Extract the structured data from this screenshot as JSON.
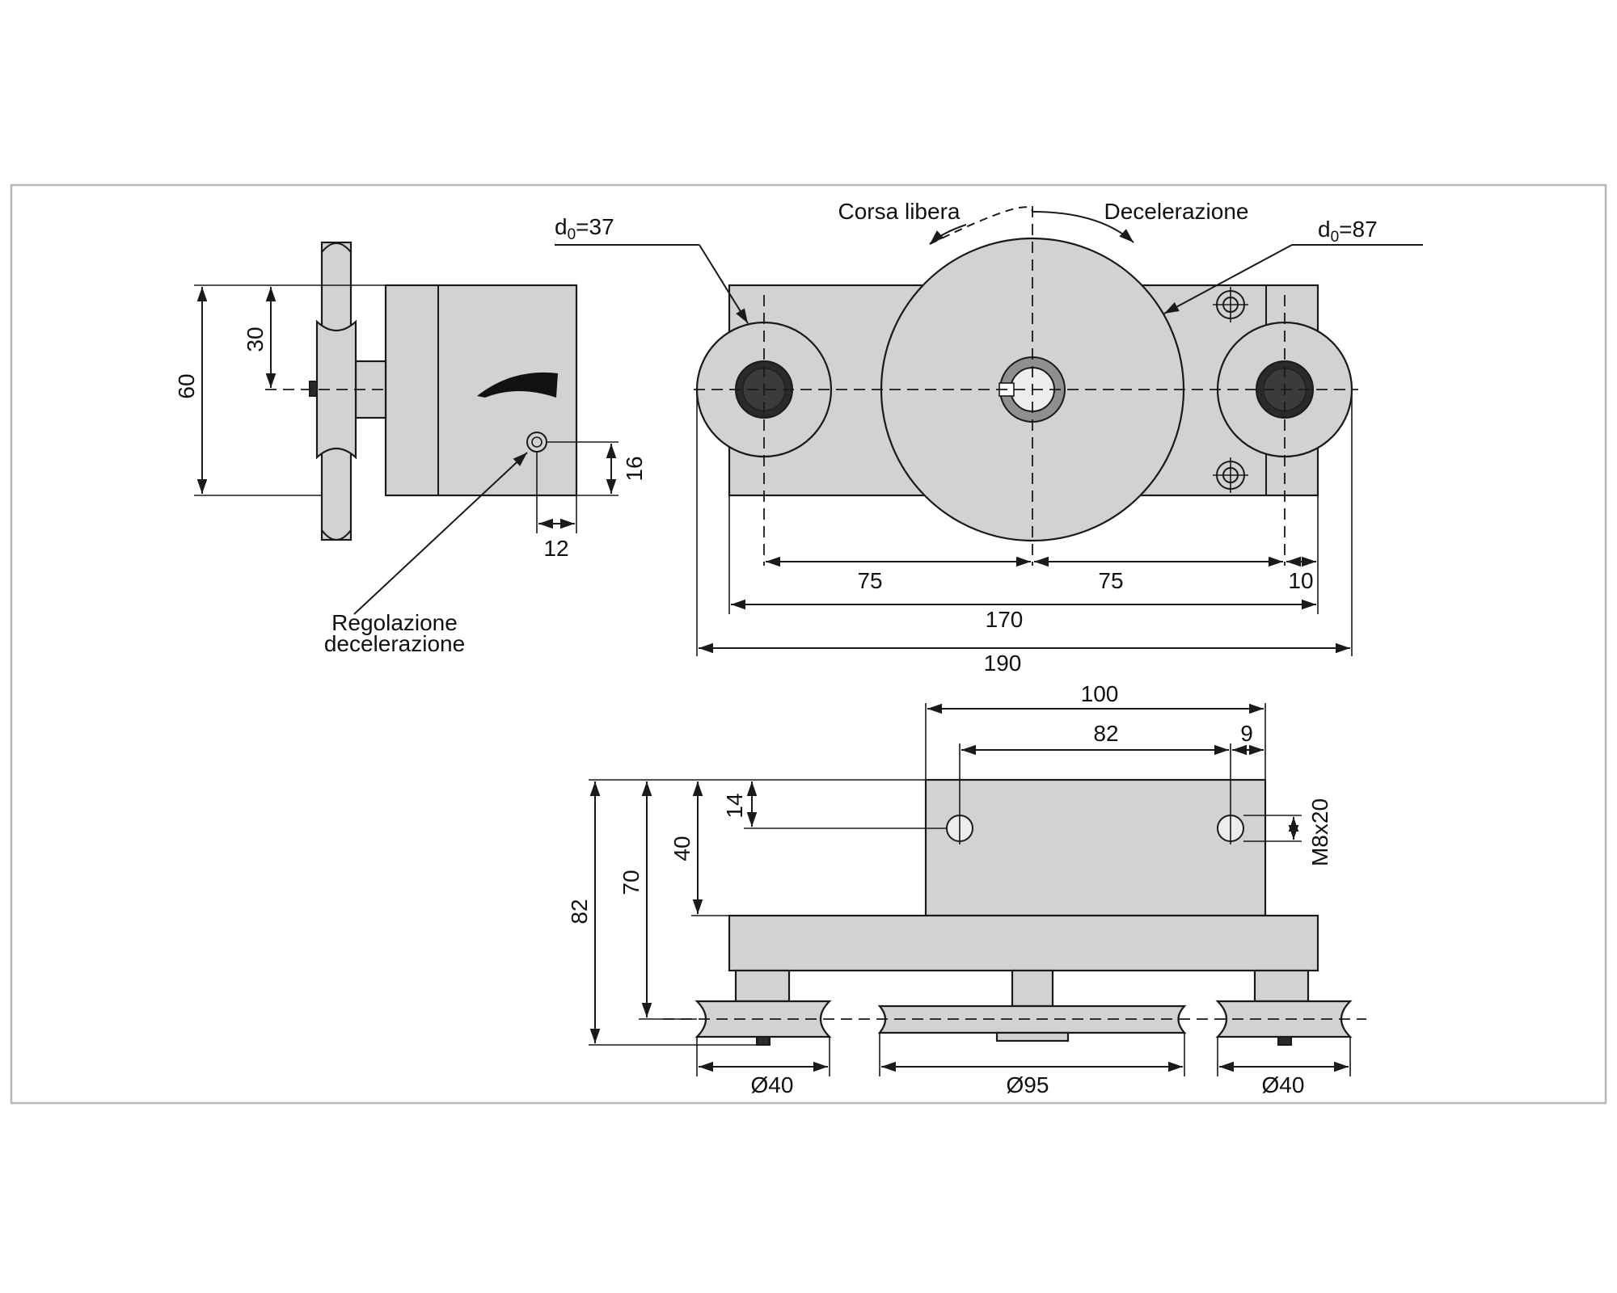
{
  "labels": {
    "d0_small": "d",
    "d0_small_sub": "0",
    "d0_small_val": "=37",
    "d0_large": "d",
    "d0_large_sub": "0",
    "d0_large_val": "=87",
    "free_travel": "Corsa libera",
    "deceleration": "Decelerazione",
    "adjust_line1": "Regolazione",
    "adjust_line2": "decelerazione",
    "thread": "M8x20"
  },
  "dimensions": {
    "side_height": "60",
    "side_axis": "30",
    "side_screw_height": "16",
    "side_screw_offset": "12",
    "top_pitch_left": "75",
    "top_pitch_right": "75",
    "top_edge": "10",
    "top_base_length": "170",
    "top_total_length": "190",
    "front_block_width": "100",
    "front_hole_pitch": "82",
    "front_hole_edge": "9",
    "front_hole_depth": "14",
    "front_block_height": "40",
    "front_groove_height": "70",
    "front_total_height": "82",
    "dia_small_left": "Ø40",
    "dia_large": "Ø95",
    "dia_small_right": "Ø40"
  }
}
